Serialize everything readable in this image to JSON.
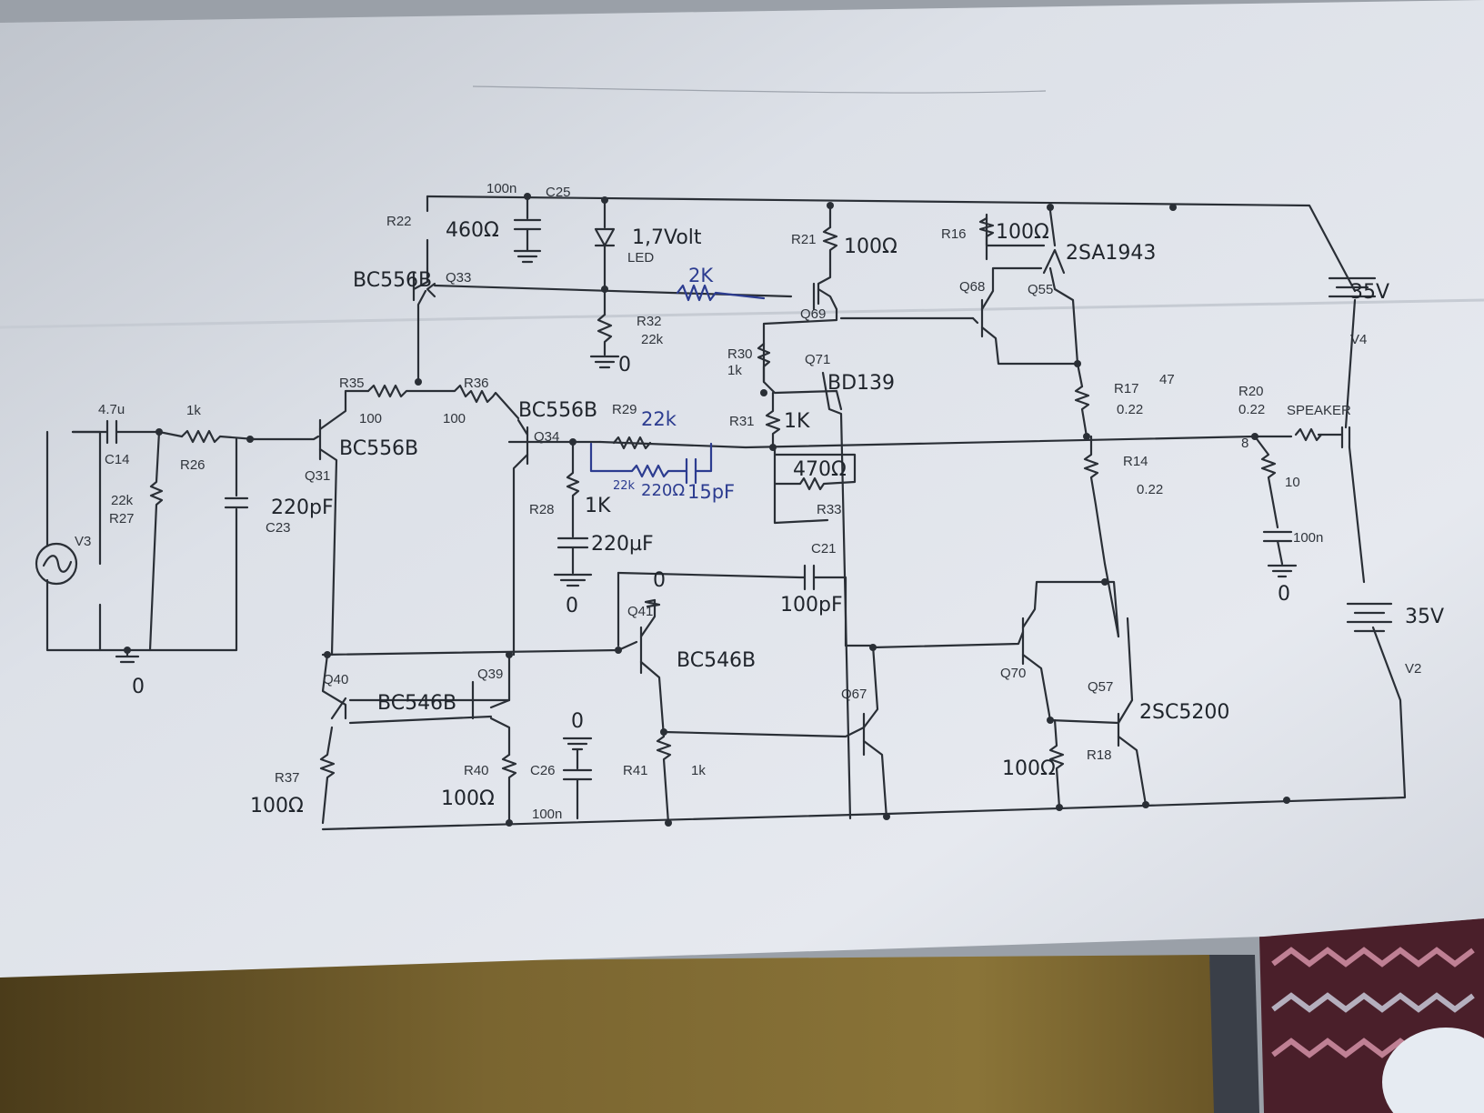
{
  "labels": {
    "c25_value": "100n",
    "c25_name": "C25",
    "r22_name": "R22",
    "r22_value": "460Ω",
    "q33_type": "BC556B",
    "q33_name": "Q33",
    "led_voltage": "1,7Volt",
    "led_name": "LED",
    "r32_name": "R32",
    "r32_value": "22k",
    "ground_zero": "0",
    "fb_2k": "2K",
    "r21_name": "R21",
    "r21_value": "100Ω",
    "q69_name": "Q69",
    "r16_name": "R16",
    "r16_value": "100Ω",
    "q55_type": "2SA1943",
    "q68_name": "Q68",
    "q55_name": "Q55",
    "v4_value": "35V",
    "v4_name": "V4",
    "r30_name": "R30",
    "r30_value": "1k",
    "q71_name": "Q71",
    "q71_type": "BD139",
    "r17_name": "R17",
    "r17_value": "0.22",
    "r17_extra": "47",
    "r20_name": "R20",
    "r20_value": "0.22",
    "speaker_label": "SPEAKER",
    "speaker_r": "8",
    "r35_name": "R35",
    "r35_value": "100",
    "r36_name": "R36",
    "r36_value": "100",
    "q34_type": "BC556B",
    "q34_name": "Q34",
    "r29_name": "R29",
    "r29_value": "22k",
    "r31_name": "R31",
    "r31_value": "1K",
    "r33_value": "470Ω",
    "r33_name": "R33",
    "c14_value": "4.7u",
    "c14_name": "C14",
    "r26_value": "1k",
    "r26_name": "R26",
    "q31_type": "BC556B",
    "q31_name": "Q31",
    "r27_value": "22k",
    "r27_name": "R27",
    "c23_value": "220pF",
    "c23_name": "C23",
    "v3_name": "V3",
    "r28_name": "R28",
    "r28_value": "1K",
    "c_220uF": "220µF",
    "blue_22k": "22k",
    "blue_220": "220Ω",
    "blue_15pF": "15pF",
    "c21_name": "C21",
    "c21_value": "100pF",
    "r14_name": "R14",
    "r14_value": "0.22",
    "r_10": "10",
    "c_100n_right": "100n",
    "q41_name": "Q41",
    "q41_type": "BC546B",
    "v2_value": "35V",
    "v2_name": "V2",
    "q40_name": "Q40",
    "q39_name": "Q39",
    "pair_type": "BC546B",
    "q67_name": "Q67",
    "q70_name": "Q70",
    "q57_name": "Q57",
    "q57_type": "2SC5200",
    "r37_name": "R37",
    "r37_value": "100Ω",
    "r40_name": "R40",
    "r40_value": "100Ω",
    "c26_name": "C26",
    "c26_value": "100n",
    "r41_name": "R41",
    "r41_value": "1k",
    "r18_name": "R18",
    "r18_value": "100Ω"
  },
  "colors": {
    "ink": "#2a2f36",
    "blue_ink": "#2c3c90",
    "paper": "#dfe3ea",
    "table_wood": "#6b5726"
  }
}
